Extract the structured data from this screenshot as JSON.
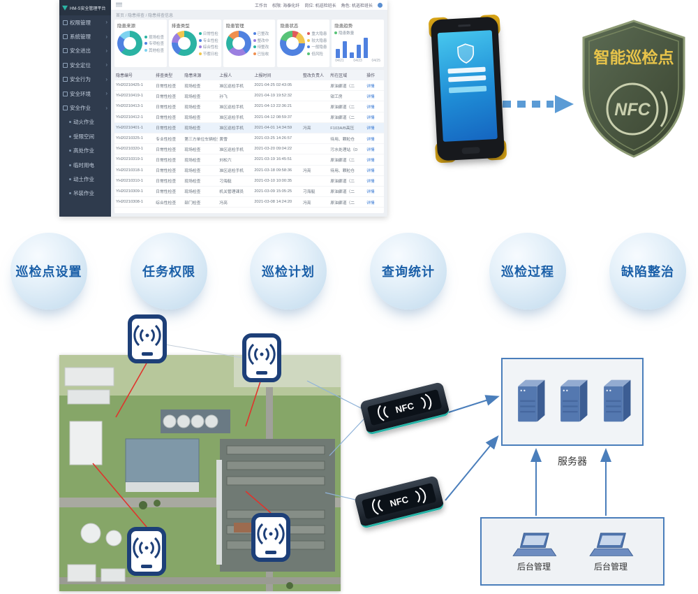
{
  "dashboard": {
    "logo_text": "HM-S安全管理平台",
    "topbar": {
      "items": [
        "工作台",
        "权限: 海泰化纤",
        "岗位: 机巡检班长",
        "角色: 机巡检班长"
      ]
    },
    "breadcrumb": "首页 / 隐患排查 / 隐患排查信息",
    "sidebar": {
      "items": [
        {
          "label": "权限管理",
          "child": false
        },
        {
          "label": "系统管理",
          "child": false
        },
        {
          "label": "安全进出",
          "child": false
        },
        {
          "label": "安全定位",
          "child": false
        },
        {
          "label": "安全行为",
          "child": false
        },
        {
          "label": "安全环境",
          "child": false
        },
        {
          "label": "安全作业",
          "child": false
        },
        {
          "label": "动火作业",
          "child": true
        },
        {
          "label": "受限空间",
          "child": true
        },
        {
          "label": "高处作业",
          "child": true
        },
        {
          "label": "临时用电",
          "child": true
        },
        {
          "label": "动土作业",
          "child": true
        },
        {
          "label": "吊装作业",
          "child": true
        }
      ]
    },
    "charts": [
      {
        "type": "donut",
        "title": "隐患来源",
        "segments": [
          {
            "label": "现场检查",
            "value": 62,
            "color": "#2bb3a3"
          },
          {
            "label": "专项检查",
            "value": 23,
            "color": "#4f81e0"
          },
          {
            "label": "其他检查",
            "value": 15,
            "color": "#7ed3f0"
          }
        ]
      },
      {
        "type": "donut",
        "title": "排查类型",
        "segments": [
          {
            "label": "日常性检查",
            "value": 58,
            "color": "#2bb3a3"
          },
          {
            "label": "专业性检查",
            "value": 18,
            "color": "#4f81e0"
          },
          {
            "label": "综合性检查",
            "value": 14,
            "color": "#9b7fe0"
          },
          {
            "label": "节假日检查",
            "value": 10,
            "color": "#f0c64f"
          }
        ]
      },
      {
        "type": "donut",
        "title": "隐患管理",
        "segments": [
          {
            "label": "已整改",
            "value": 40,
            "color": "#4f81e0"
          },
          {
            "label": "整改中",
            "value": 25,
            "color": "#9b7fe0"
          },
          {
            "label": "待整改",
            "value": 20,
            "color": "#2bb3a3"
          },
          {
            "label": "已验收",
            "value": 15,
            "color": "#f08f4f"
          }
        ]
      },
      {
        "type": "donut",
        "title": "隐患状态",
        "segments": [
          {
            "label": "重大隐患",
            "value": 8,
            "color": "#e05b5b"
          },
          {
            "label": "较大隐患",
            "value": 17,
            "color": "#f0c64f"
          },
          {
            "label": "一般隐患",
            "value": 55,
            "color": "#4f81e0"
          },
          {
            "label": "低风险",
            "value": 20,
            "color": "#58c378"
          }
        ]
      },
      {
        "type": "bar",
        "title": "隐患趋势",
        "legend": "隐患数量",
        "values": [
          2,
          4,
          1,
          3,
          5
        ],
        "x_labels": [
          "04/21",
          "04/23",
          "04/25"
        ]
      }
    ],
    "table": {
      "headers": [
        "隐患编号",
        "排查类型",
        "隐患来源",
        "上报人",
        "上报时间",
        "整改负责人",
        "所在区域",
        "操作"
      ],
      "highlighted_row": 4,
      "rows": [
        [
          "YH20210425-1",
          "日常性检查",
          "现场检查",
          "准区巡检手机",
          "2021-04-25 02:43:05",
          "",
          "原油廊道（二",
          "详情"
        ],
        [
          "YH20210419-1",
          "日常性检查",
          "现场检查",
          "孙飞",
          "2021-04-19 19:52:32",
          "",
          "钳工房",
          "详情"
        ],
        [
          "YH20210413-1",
          "日常性检查",
          "现场检查",
          "准区巡检手机",
          "2021-04-13 22:36:21",
          "",
          "原油廊道（二",
          "详情"
        ],
        [
          "YH20210412-1",
          "日常性检查",
          "现场检查",
          "准区巡检手机",
          "2021-04-12 08:59:37",
          "",
          "原油廊道（二",
          "详情"
        ],
        [
          "YH20210401-1",
          "日常性检查",
          "现场检查",
          "准区巡检手机",
          "2021-04-01 14:34:59",
          "冯亮",
          "F103A/B高压",
          "详情"
        ],
        [
          "YH20210325-1",
          "专业性检查",
          "第三方单位车辆检查",
          "黄雪",
          "2021-03-25 14:26:57",
          "",
          "待用、颗粒仓",
          "详情"
        ],
        [
          "YH20210320-1",
          "日常性检查",
          "现场检查",
          "准区巡检手机",
          "2021-03-20 09:04:22",
          "",
          "污水处理站（D",
          "详情"
        ],
        [
          "YH20210319-1",
          "日常性检查",
          "现场检查",
          "刘松六",
          "2021-03-19 16:45:51",
          "",
          "原油廊道（二",
          "详情"
        ],
        [
          "YH20210318-1",
          "日常性检查",
          "现场检查",
          "准区巡检手机",
          "2021-03-18 09:58:36",
          "冯亮",
          "待用、颗粒仓",
          "详情"
        ],
        [
          "YH20210310-1",
          "日常性检查",
          "现场检查",
          "刁海艇",
          "2021-03-10 10:00:35",
          "",
          "原油廊道（二",
          "详情"
        ],
        [
          "YH20210309-1",
          "日常性检查",
          "现场检查",
          "机关管理课员",
          "2021-03-09 15:05:25",
          "刁海艇",
          "原油廊道（二",
          "详情"
        ],
        [
          "YH20210308-1",
          "综合性检查",
          "部门检查",
          "冯亮",
          "2021-03-08 14:24:20",
          "冯亮",
          "原油廊道（二",
          "详情"
        ]
      ]
    }
  },
  "features": [
    "巡检点设置",
    "任务权限",
    "巡检计划",
    "查询统计",
    "巡检过程",
    "缺陷整治"
  ],
  "badge": {
    "title": "智能巡检点",
    "nfc_text": "NFC"
  },
  "devices": {
    "nfc_label": "NFC"
  },
  "architecture": {
    "server_label": "服务器",
    "admin_label_1": "后台管理",
    "admin_label_2": "后台管理"
  }
}
